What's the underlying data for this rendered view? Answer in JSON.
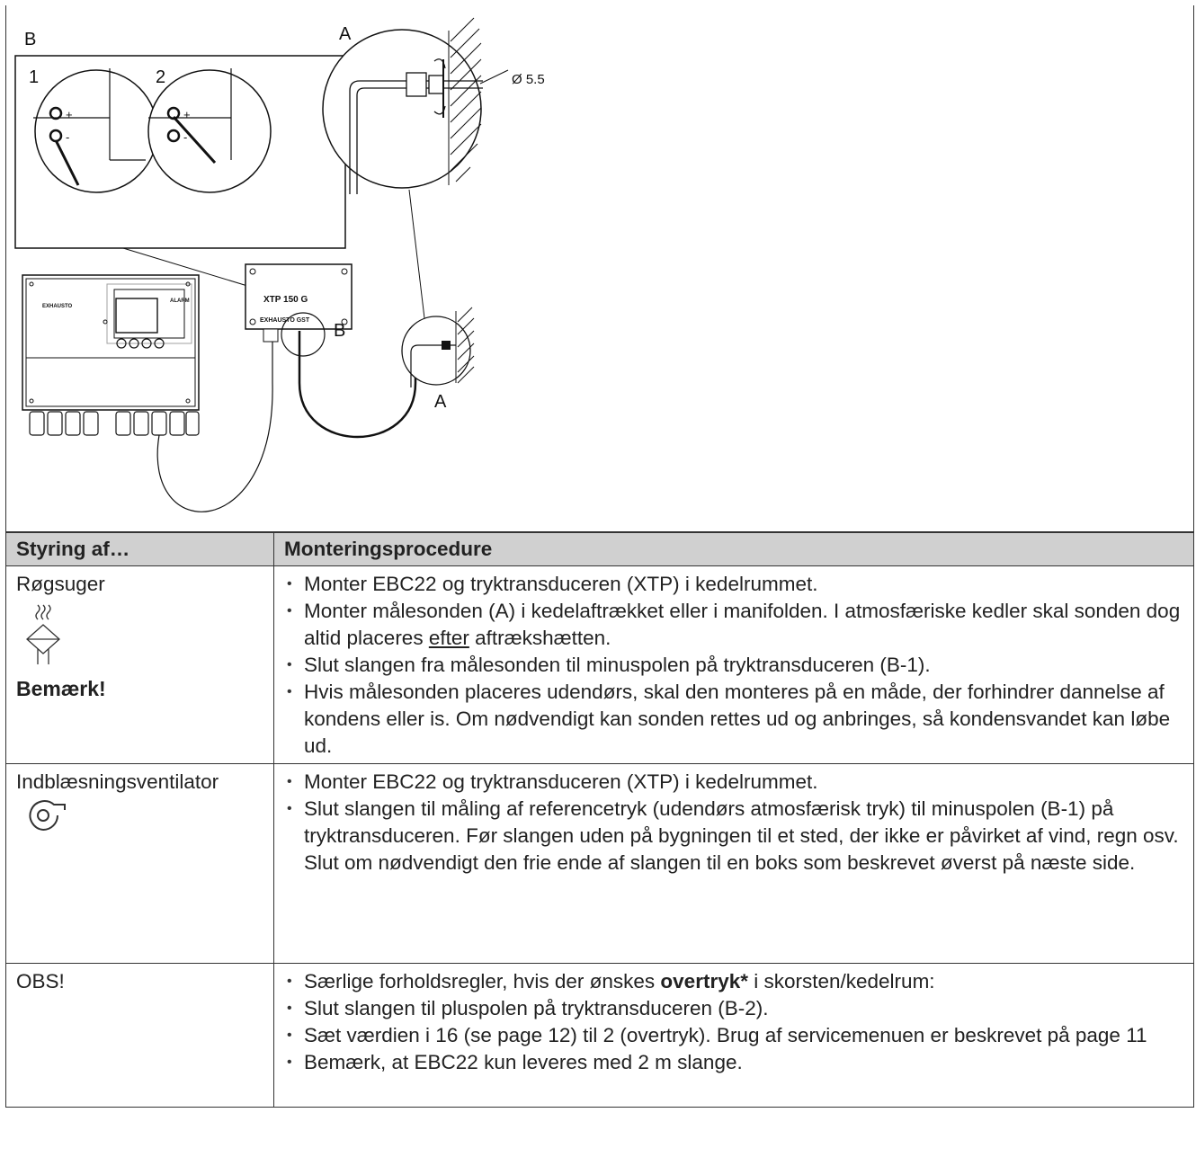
{
  "diagram": {
    "label_b_top": "B",
    "label_1": "1",
    "label_2": "2",
    "label_a_top": "A",
    "dimension": "Ø 5.5",
    "label_b_mid": "B",
    "label_a_bottom": "A",
    "xtp_label": "XTP 150 G",
    "xtp_sublabel": "EXHAUSTO GST",
    "ebc_brand": "EXHAUSTO",
    "ebc_alarm": "ALARM",
    "plus_sign": "+",
    "minus_sign": "-"
  },
  "table": {
    "headers": [
      "Styring af…",
      "Monteringsprocedure"
    ],
    "rows": [
      {
        "title": "Røgsuger",
        "icon": "exhaust-fan-icon",
        "note": "Bemærk!",
        "bullets": [
          "Monter EBC22 og tryktransduceren (XTP) i kedelrummet.",
          "Monter målesonden (A) i kedelaftrækket eller i manifolden. I atmosfæriske kedler skal sonden dog altid placeres ",
          "Slut slangen fra målesonden til minuspolen på tryktransduceren (B-1).",
          "Hvis målesonden placeres udendørs, skal den monteres på en måde, der forhindrer dannelse af kondens eller is. Om nødvendigt kan sonden rettes ud og anbringes, så kondensvandet kan løbe ud."
        ],
        "underline_word": "efter",
        "bullet2_tail": " aftrækshætten."
      },
      {
        "title": "Indblæsningsventilator",
        "icon": "supply-fan-icon",
        "bullets": [
          "Monter EBC22 og tryktransduceren (XTP) i kedelrummet.",
          "Slut slangen til måling af referencetryk (udendørs atmosfærisk tryk) til minuspolen (B-1) på tryktransduceren. Før slangen uden på bygningen til et sted, der ikke er påvirket af vind, regn osv. Slut om nødvendigt den frie ende af slangen til en boks som beskrevet øverst på næste side."
        ]
      },
      {
        "title": "OBS!",
        "bullets": [
          "Særlige forholdsregler, hvis der ønskes ",
          "Slut slangen til pluspolen på tryktransduceren (B-2).",
          "Sæt værdien i 16 (se page 12) til 2 (overtryk). Brug af servicemenuen er beskrevet på page 11",
          "Bemærk, at EBC22 kun leveres med 2 m slange."
        ],
        "bold_word": "overtryk*",
        "bullet1_tail": " i skorsten/kedelrum:"
      }
    ]
  }
}
